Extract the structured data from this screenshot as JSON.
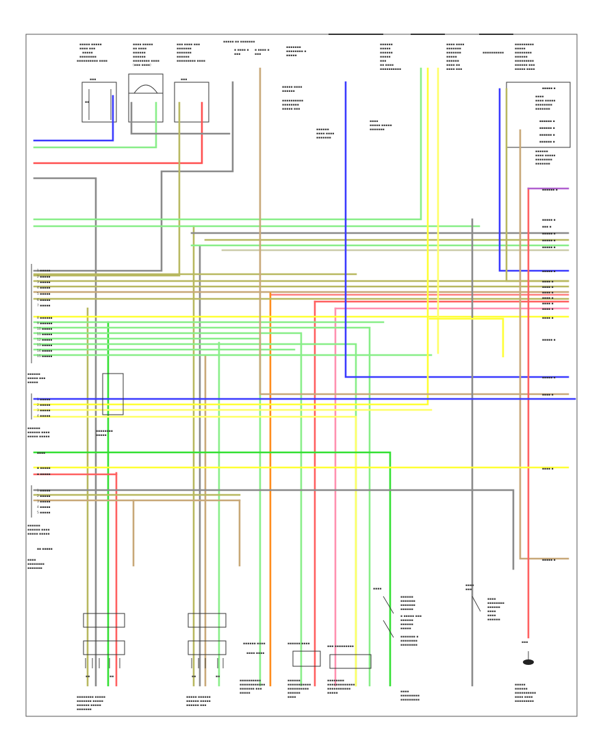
{
  "diagram": {
    "type": "automotive-wiring-schematic",
    "page_marker": "",
    "wire_colors": {
      "blue": "#3b3bff",
      "green": "#33e033",
      "red": "#ff2020",
      "yellow": "#ffff33",
      "orange": "#ff8c1a",
      "tan": "#c8a878",
      "olive": "#b8b860",
      "gray": "#8a8a8a",
      "light_green": "#88ee88",
      "pink": "#ff77aa",
      "purple": "#b060d0",
      "black": "#333333"
    },
    "components": [
      {
        "id": "map-sensor-group"
      },
      {
        "id": "intake-temp-sensor"
      },
      {
        "id": "knock-sensor-module"
      },
      {
        "id": "connector-c1"
      },
      {
        "id": "connector-c2"
      },
      {
        "id": "heated-oxygen-sensor-front"
      },
      {
        "id": "heated-oxygen-sensor-rear"
      },
      {
        "id": "crankshaft-position-sensor"
      },
      {
        "id": "camshaft-position-sensor"
      },
      {
        "id": "throttle-position-sensor"
      },
      {
        "id": "ecm-connector-main"
      },
      {
        "id": "ecm-connector-a"
      },
      {
        "id": "ecm-connector-b"
      },
      {
        "id": "engine-coolant-temp-sensor"
      },
      {
        "id": "vehicle-speed-sensor"
      },
      {
        "id": "ground-point"
      }
    ]
  }
}
